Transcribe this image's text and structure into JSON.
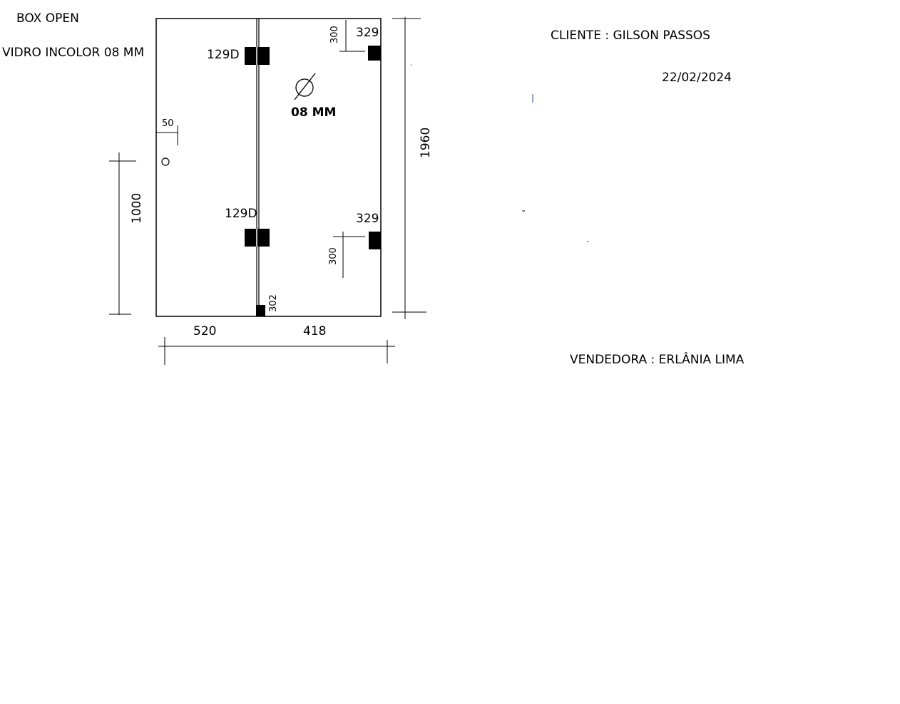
{
  "header": {
    "product": "BOX OPEN",
    "glass": "VIDRO INCOLOR 08 MM",
    "client": "CLIENTE : GILSON PASSOS",
    "date": "22/02/2024",
    "seller": "VENDEDORA : ERLÂNIA LIMA"
  },
  "drawing": {
    "hinge_top_label": "129D",
    "hinge_bottom_label": "129D",
    "clip_top_label": "329",
    "clip_bottom_label": "329",
    "floor_piece_label": "302",
    "diameter_label": "08 MM",
    "dim_top_offset": "300",
    "dim_bottom_offset": "300",
    "dim_hole_offset": "50",
    "dim_height_total": "1960",
    "dim_height_handle": "1000",
    "dim_width_left": "520",
    "dim_width_right": "418"
  }
}
